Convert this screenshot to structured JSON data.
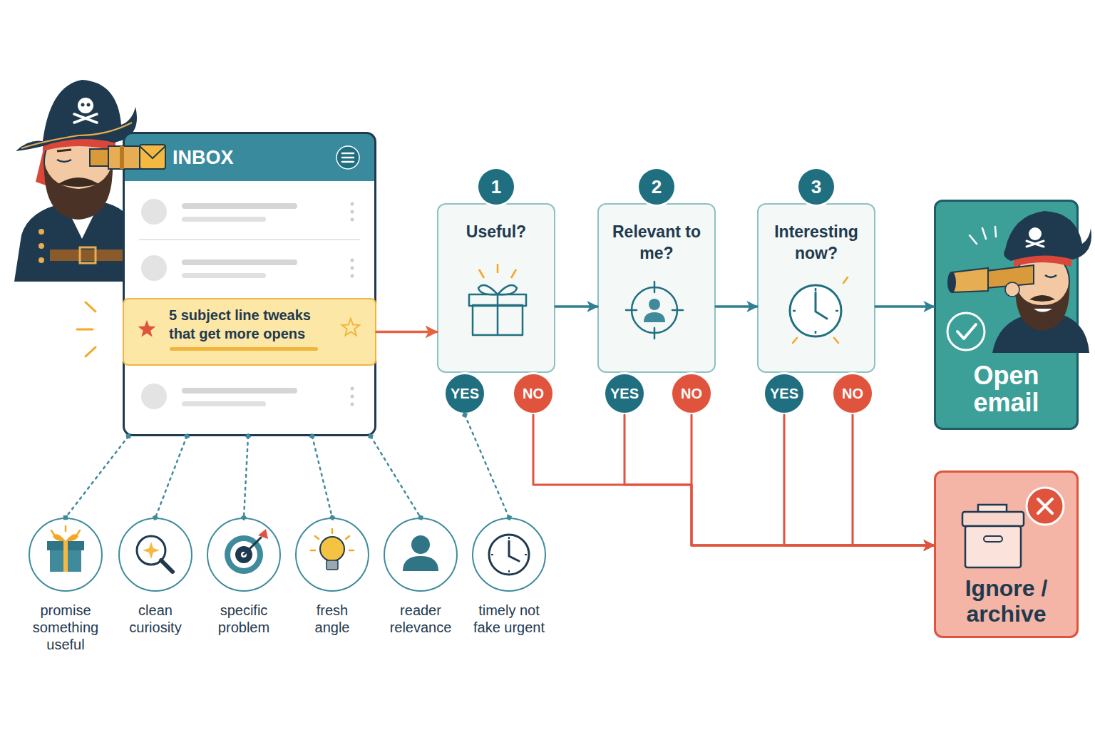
{
  "diagram": {
    "nodes": [
      {
        "text": [
          "INBOX"
        ]
      },
      {
        "text": [
          "5 subject line tweaks that get more opens"
        ],
        "in": 0
      },
      {
        "text": [
          "1",
          "Useful?"
        ]
      },
      {
        "text": [
          "2",
          "Relevant to me?"
        ]
      },
      {
        "text": [
          "3",
          "Interesting now?"
        ]
      },
      {
        "text": [
          "Open email"
        ]
      },
      {
        "text": [
          "YES"
        ]
      },
      {
        "text": [
          "NO"
        ]
      },
      {
        "text": [
          "YES"
        ]
      },
      {
        "text": [
          "NO"
        ]
      },
      {
        "text": [
          "YES"
        ]
      },
      {
        "text": [
          "NO"
        ]
      },
      {
        "text": [
          "Ignore / archive"
        ]
      },
      {
        "text": [
          "promise something useful"
        ]
      },
      {
        "text": [
          "clean curiosity"
        ]
      },
      {
        "text": [
          "specific problem"
        ]
      },
      {
        "text": [
          "fresh angle"
        ]
      },
      {
        "text": [
          "reader relevance"
        ]
      },
      {
        "text": [
          "timely not fake urgent"
        ]
      }
    ],
    "edges": [
      {
        "from": 1,
        "to": 2,
        "arrow": "to"
      },
      {
        "from": 2,
        "to": 3,
        "arrow": "to"
      },
      {
        "from": 3,
        "to": 4,
        "arrow": "to"
      },
      {
        "from": 4,
        "to": 5,
        "arrow": "to"
      },
      {
        "from": 7,
        "to": 12,
        "arrow": "to"
      },
      {
        "from": 8,
        "to": 12,
        "arrow": "to"
      },
      {
        "from": 9,
        "to": 12,
        "arrow": "to"
      },
      {
        "from": 10,
        "to": 12,
        "arrow": "to"
      },
      {
        "from": 11,
        "to": 12,
        "arrow": "to"
      },
      {
        "from": 0,
        "to": 13,
        "arrow": "none"
      },
      {
        "from": 0,
        "to": 14,
        "arrow": "none"
      },
      {
        "from": 0,
        "to": 15,
        "arrow": "none"
      },
      {
        "from": 0,
        "to": 16,
        "arrow": "none"
      },
      {
        "from": 0,
        "to": 17,
        "arrow": "none"
      },
      {
        "from": 6,
        "to": 18,
        "arrow": "none"
      }
    ]
  }
}
